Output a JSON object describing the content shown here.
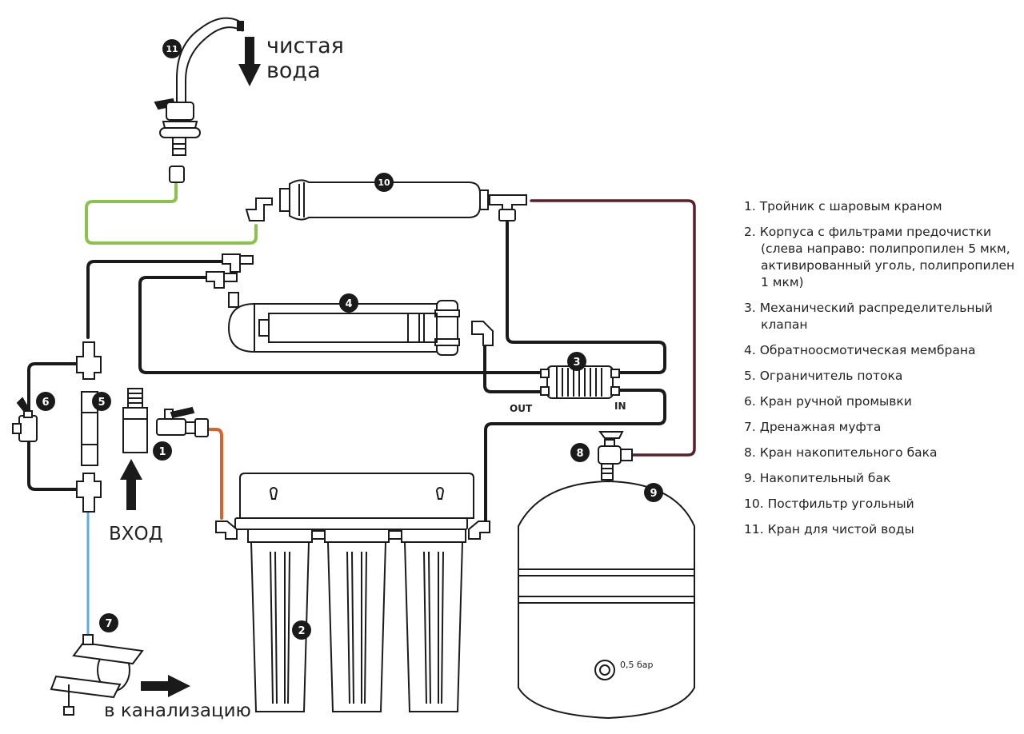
{
  "labels": {
    "clean_water": "чистая вода",
    "inlet": "ВХОД",
    "to_drain": "в канализацию",
    "valve_out": "OUT",
    "valve_in": "IN",
    "tank_pressure": "0,5 бар"
  },
  "badges": [
    "1",
    "2",
    "3",
    "4",
    "5",
    "6",
    "7",
    "8",
    "9",
    "10",
    "11"
  ],
  "legend": [
    "1. Тройник с шаровым краном",
    "2. Корпуса с фильтрами предочистки (слева направо: полипропилен 5 мкм, активированный уголь, полипропилен 1 мкм)",
    "3. Механический распределительный клапан",
    "4. Обратноосмотическая мембрана",
    "5. Ограничитель потока",
    "6. Кран ручной промывки",
    "7. Дренажная муфта",
    "8. Кран накопительного бака",
    "9. Накопительный бак",
    "10. Постфильтр угольный",
    "11. Кран для чистой воды"
  ],
  "colors": {
    "line": "#1a1a1a",
    "tube_green": "#8bc34a",
    "tube_orange": "#d9622b",
    "tube_blue": "#5aaee0",
    "tube_maroon": "#5a1f28"
  }
}
